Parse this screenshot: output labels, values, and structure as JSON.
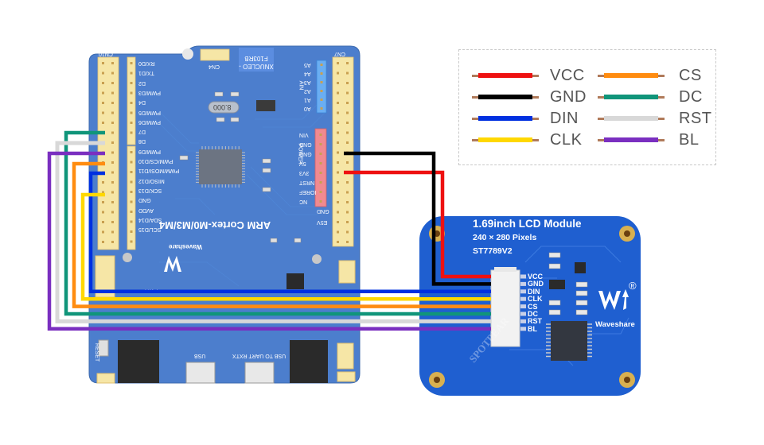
{
  "legend": {
    "items": [
      {
        "label": "VCC",
        "color": "#ee1111"
      },
      {
        "label": "GND",
        "color": "#000000"
      },
      {
        "label": "DIN",
        "color": "#0030e0"
      },
      {
        "label": "CLK",
        "color": "#ffd800"
      },
      {
        "label": "CS",
        "color": "#ff8c10"
      },
      {
        "label": "DC",
        "color": "#10957a"
      },
      {
        "label": "RST",
        "color": "#d8d8d8"
      },
      {
        "label": "BL",
        "color": "#7a2fc0"
      }
    ]
  },
  "lcd_module": {
    "title": "1.69inch LCD Module",
    "resolution": "240 × 280 Pixels",
    "driver": "ST7789V2",
    "brand": "Waveshare",
    "registered": "®",
    "pins": [
      "VCC",
      "GND",
      "DIN",
      "CLK",
      "CS",
      "DC",
      "RST",
      "BL"
    ],
    "watermark": "SPOTPEAR",
    "board_color": "#1f5fd0"
  },
  "mcu_board": {
    "model_label": "XNUCLEO -F103RB",
    "cpu_label": "ARM Cortex-M0/M3/M4",
    "brand": "Waveshare",
    "crystal": "8.000",
    "board_color": "#3a72c8",
    "header_cn5_pins": [
      "RX/D0",
      "TX/D1",
      "D2",
      "PWM/D3",
      "D4",
      "PWM/D5",
      "PWM/D6",
      "D7"
    ],
    "header_cn9_pins": [
      "D8",
      "PWM/D9",
      "PWM/CS/D10",
      "PWM/MOSI/D11",
      "MISO/D12",
      "SCK/D13",
      "GND",
      "AVDD",
      "SDA/D14",
      "SCL/D15"
    ],
    "header_cn6_pins": [
      "VIN",
      "GND",
      "GND",
      "5V",
      "3V3",
      "NRST",
      "IOREF",
      "NC"
    ],
    "header_cn8_pins": [
      "A5",
      "A4",
      "A3",
      "A2",
      "A1",
      "A0"
    ],
    "labels": {
      "cn4": "CN4",
      "cn10": "CN10",
      "cn7": "CN7",
      "power": "POWER",
      "ain": "AIN",
      "reset": "RESET",
      "usb": "USB",
      "usb_uart": "USB TO UART RXTX",
      "pwr": "PWR",
      "gnd": "GND",
      "e5v": "E5V"
    }
  }
}
